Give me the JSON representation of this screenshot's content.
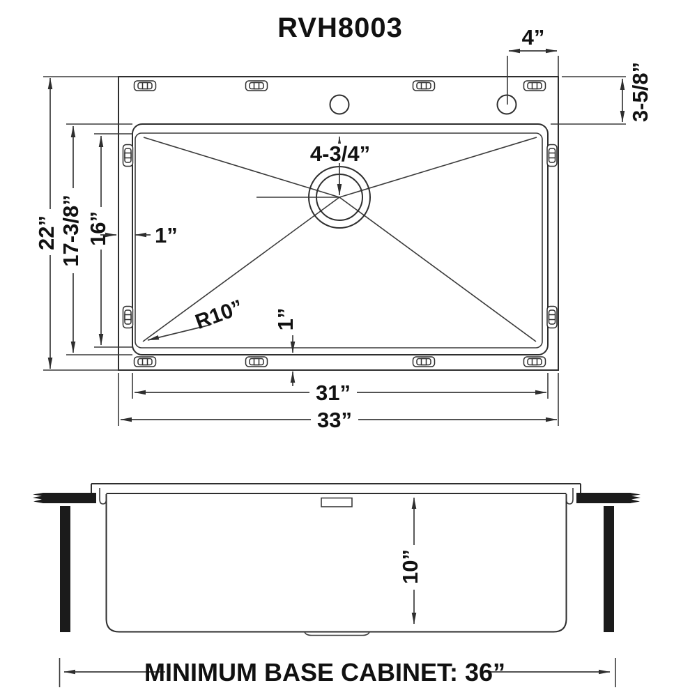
{
  "title": "RVH8003",
  "colors": {
    "ink": "#2e2e2e",
    "text": "#111111",
    "background": "#ffffff"
  },
  "top_view": {
    "description": "sink plan view with mounting clips, two faucet holes and center drain",
    "dim_overall_width": "33”",
    "dim_bowl_width": "31”",
    "dim_overall_depth": "22”",
    "dim_bowl_depth_outer": "17-3/8”",
    "dim_bowl_depth_inner": "16”",
    "dim_faucet_hole_offset": "4”",
    "dim_rear_deck": "3-5/8”",
    "dim_drain_from_top": "4-3/4”",
    "dim_corner_radius": "R10”",
    "dim_side_lip": "1”",
    "dim_bottom_lip": "1”"
  },
  "side_view": {
    "description": "front elevation of bowl in countertop cutout",
    "dim_bowl_height": "10”",
    "cabinet_note": "MINIMUM BASE CABINET: 36”"
  }
}
